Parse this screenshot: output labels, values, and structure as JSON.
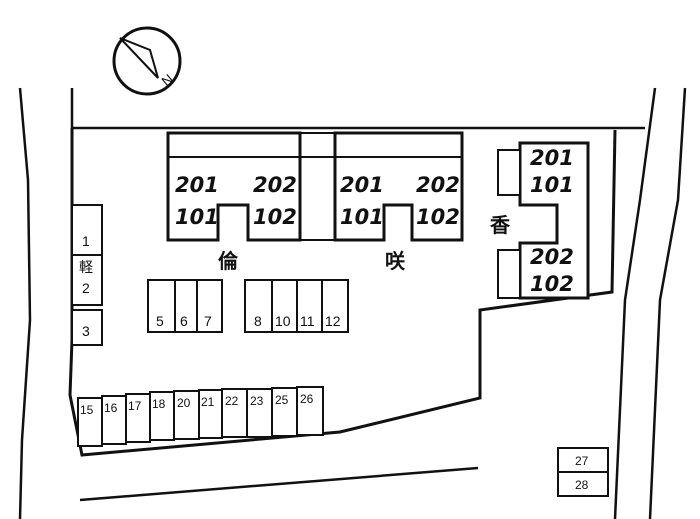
{
  "compass": {
    "icon": "north-arrow-icon",
    "label": "N"
  },
  "buildings": [
    {
      "id": "rin",
      "name": "倫",
      "blocks": [
        {
          "units": [
            "201",
            "101"
          ]
        },
        {
          "units": [
            "202",
            "102"
          ]
        }
      ]
    },
    {
      "id": "saki",
      "name": "咲",
      "blocks": [
        {
          "units": [
            "201",
            "101"
          ]
        },
        {
          "units": [
            "202",
            "102"
          ]
        }
      ]
    },
    {
      "id": "kaori",
      "name": "香",
      "blocks": [
        {
          "units": [
            "201",
            "101"
          ]
        },
        {
          "units": [
            "202",
            "102"
          ]
        }
      ]
    }
  ],
  "parking": {
    "left_column": [
      "1",
      "軽",
      "2",
      "3"
    ],
    "middle_row_a": [
      "5",
      "6",
      "7"
    ],
    "middle_row_b": [
      "8",
      "10",
      "11",
      "12"
    ],
    "bottom_row": [
      "15",
      "16",
      "17",
      "18",
      "20",
      "21",
      "22",
      "23",
      "25",
      "26"
    ],
    "offsite": [
      "27",
      "28"
    ]
  }
}
